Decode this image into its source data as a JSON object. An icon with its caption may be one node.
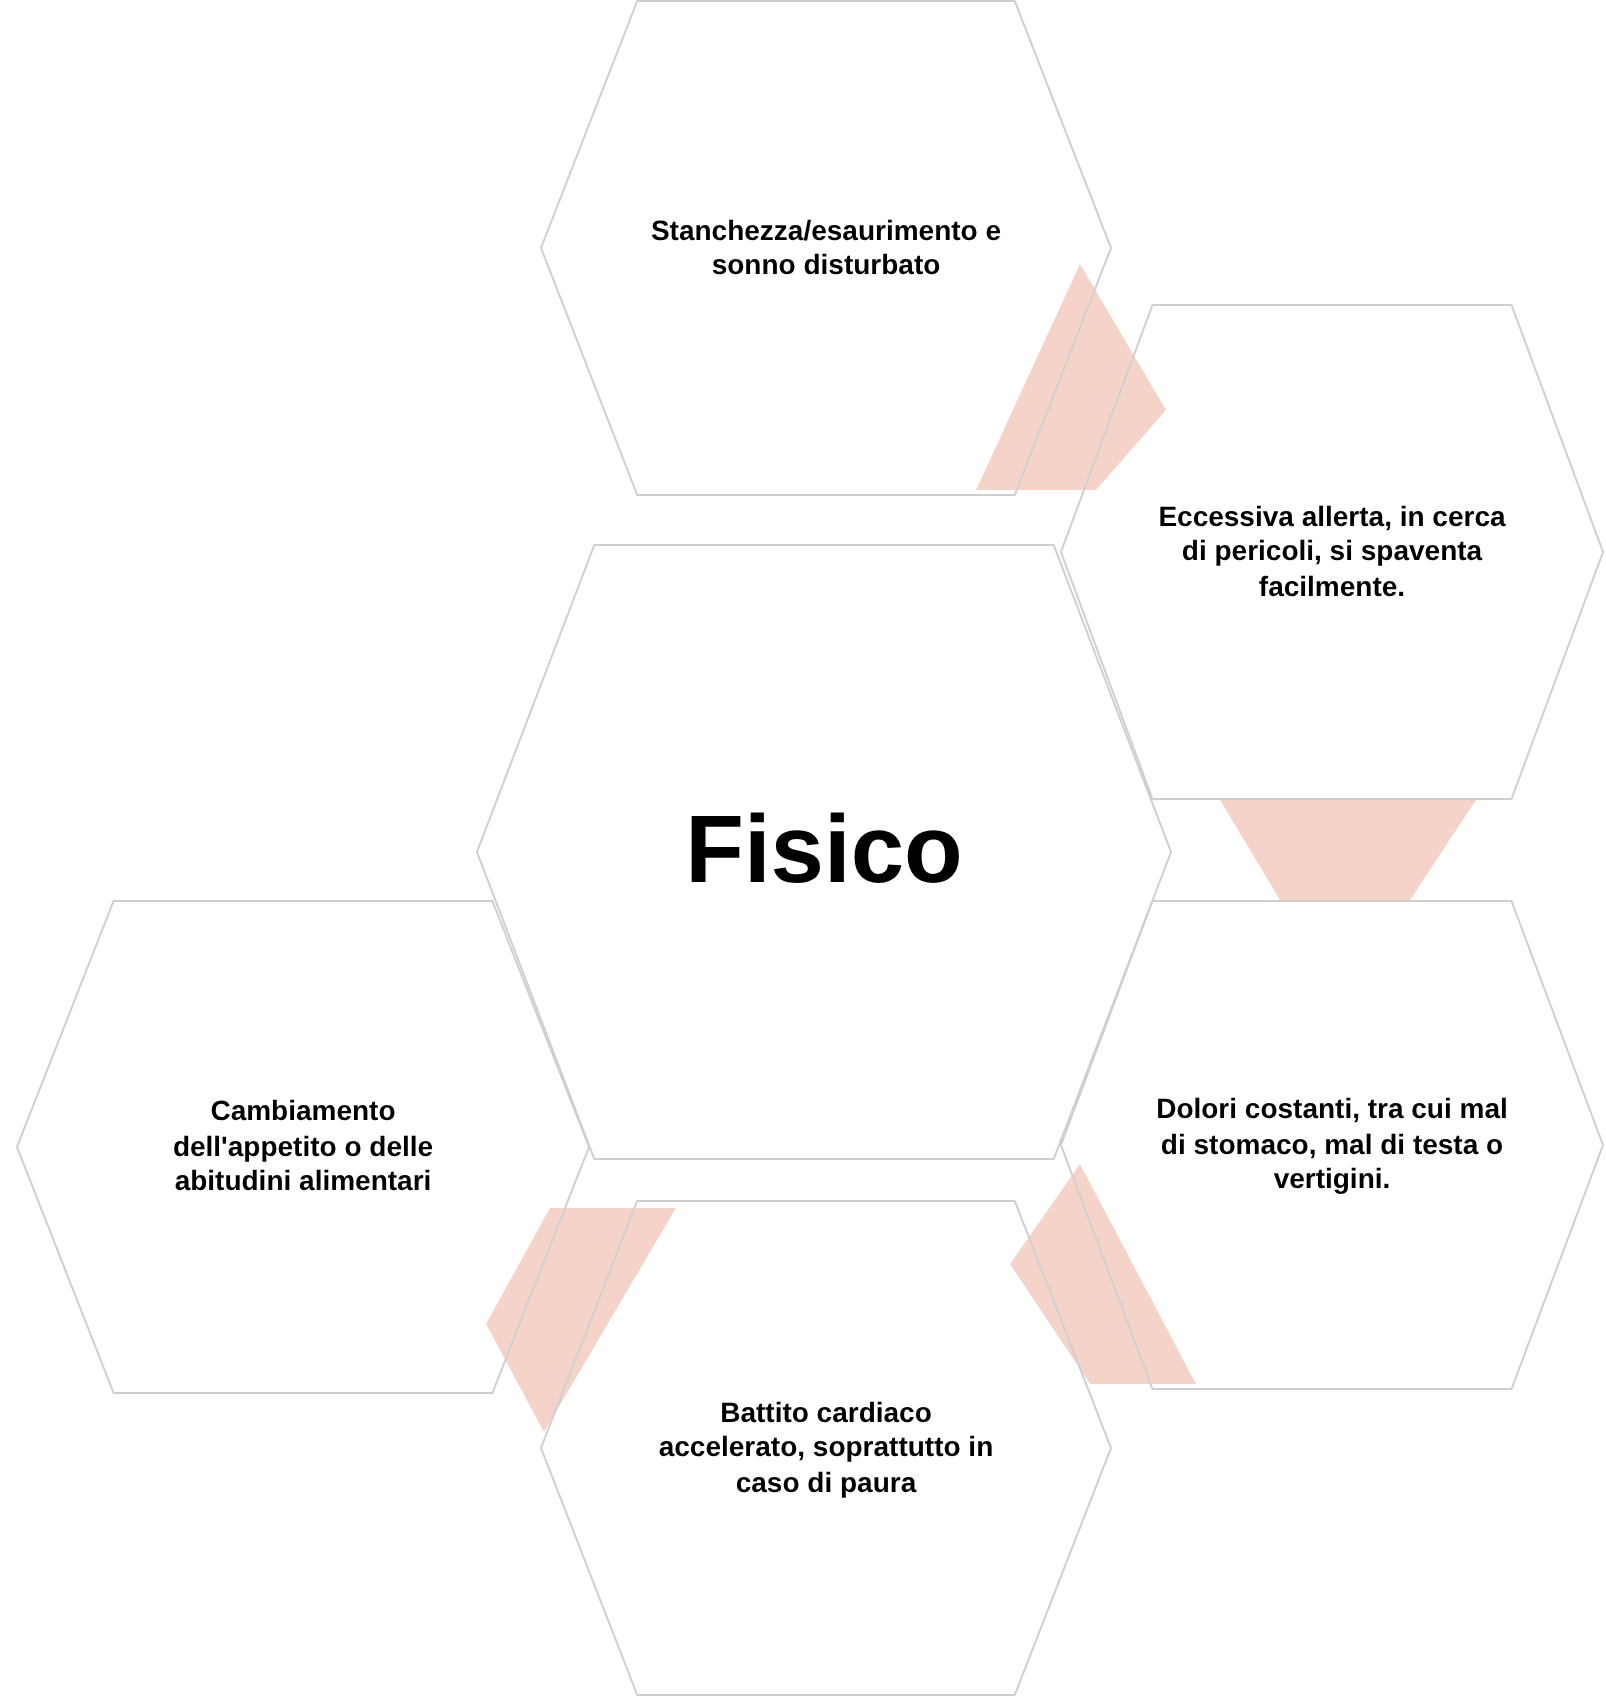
{
  "diagram": {
    "nodes": [
      {
        "text": [
          "Fisico"
        ]
      },
      {
        "text": [
          "Stanchezza/esaurimento e sonno disturbato"
        ]
      },
      {
        "text": [
          "Eccessiva allerta, in cerca di pericoli, si spaventa facilmente."
        ]
      },
      {
        "text": [
          "Dolori costanti, tra cui mal di stomaco, mal di testa o vertigini."
        ]
      },
      {
        "text": [
          "Battito cardiaco accelerato, soprattutto in caso di paura"
        ]
      },
      {
        "text": [
          "Cambiamento dell'appetito o delle abitudini alimentari"
        ]
      },
      {
        "text": [],
        "shape": "band"
      },
      {
        "text": [],
        "shape": "band"
      },
      {
        "text": [],
        "shape": "band"
      },
      {
        "text": [],
        "shape": "band"
      }
    ]
  }
}
